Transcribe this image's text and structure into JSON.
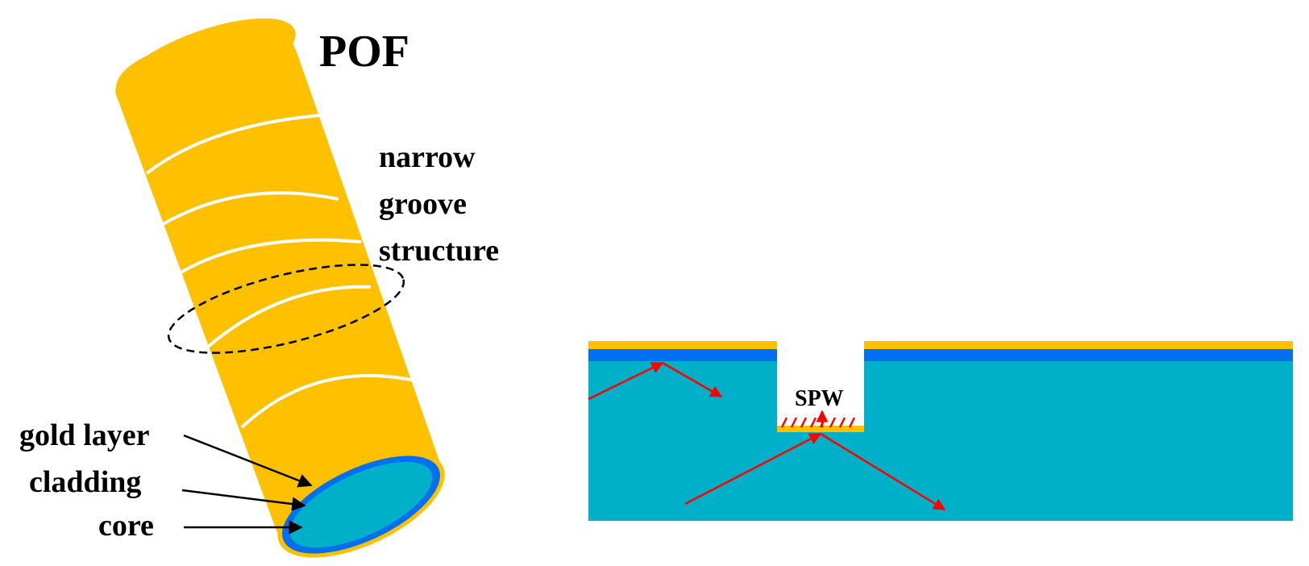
{
  "left_panel": {
    "title": "POF",
    "groove_label": [
      "narrow",
      "groove",
      "structure"
    ],
    "layer_labels": {
      "gold": "gold layer",
      "cladding": "cladding",
      "core": "core"
    }
  },
  "right_panel": {
    "spw_label": "SPW"
  },
  "colors": {
    "gold": "#FFC000",
    "cladding": "#0070F0",
    "core": "#00B0C8",
    "arrow": "#FF0000"
  }
}
